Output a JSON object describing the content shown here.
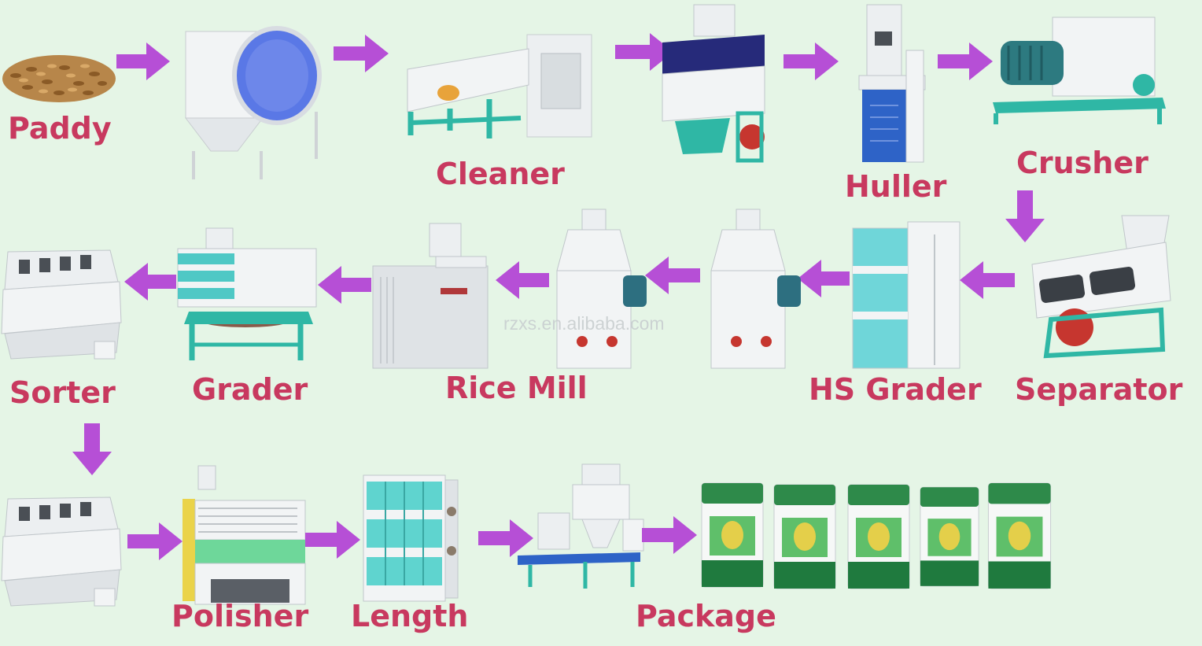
{
  "colors": {
    "background": "#e5f5e6",
    "label": "#c8395f",
    "arrow": "#b64fd6",
    "machine_body": "#f2f4f5",
    "machine_frame": "#2fb7a5",
    "machine_blue": "#2e63c7"
  },
  "steps": {
    "paddy": "Paddy",
    "cleaner": "Cleaner",
    "huller": "Huller",
    "crusher": "Crusher",
    "separator": "Separator",
    "hs_grader": "HS Grader",
    "rice_mill": "Rice Mill",
    "grader": "Grader",
    "sorter": "Sorter",
    "polisher": "Polisher",
    "length": "Length",
    "package": "Package"
  },
  "watermark": "rzxs.en.alibaba.com",
  "icons": [
    "arrow-right-icon",
    "arrow-left-icon",
    "arrow-down-icon"
  ]
}
